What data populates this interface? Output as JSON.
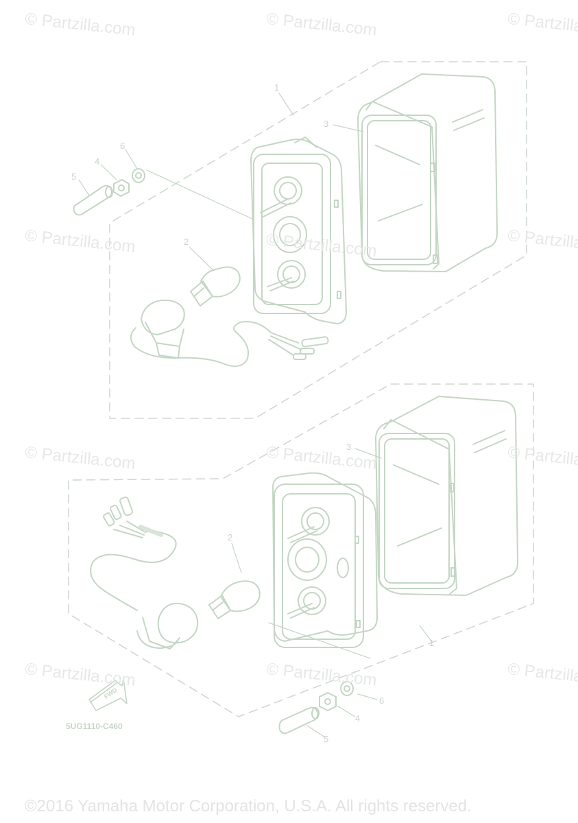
{
  "watermark": "© Partzilla.com",
  "part_numbers": [
    "1",
    "2",
    "3",
    "4",
    "5",
    "6"
  ],
  "diagram_code": "5UG1110-C460",
  "fwd_label": "FWD",
  "copyright": "©2016 Yamaha Motor Corporation, U.S.A. All rights reserved.",
  "colors": {
    "line": "#c4d6c4",
    "dash": "#cfd8cf",
    "watermark": "#e6e8e6"
  }
}
